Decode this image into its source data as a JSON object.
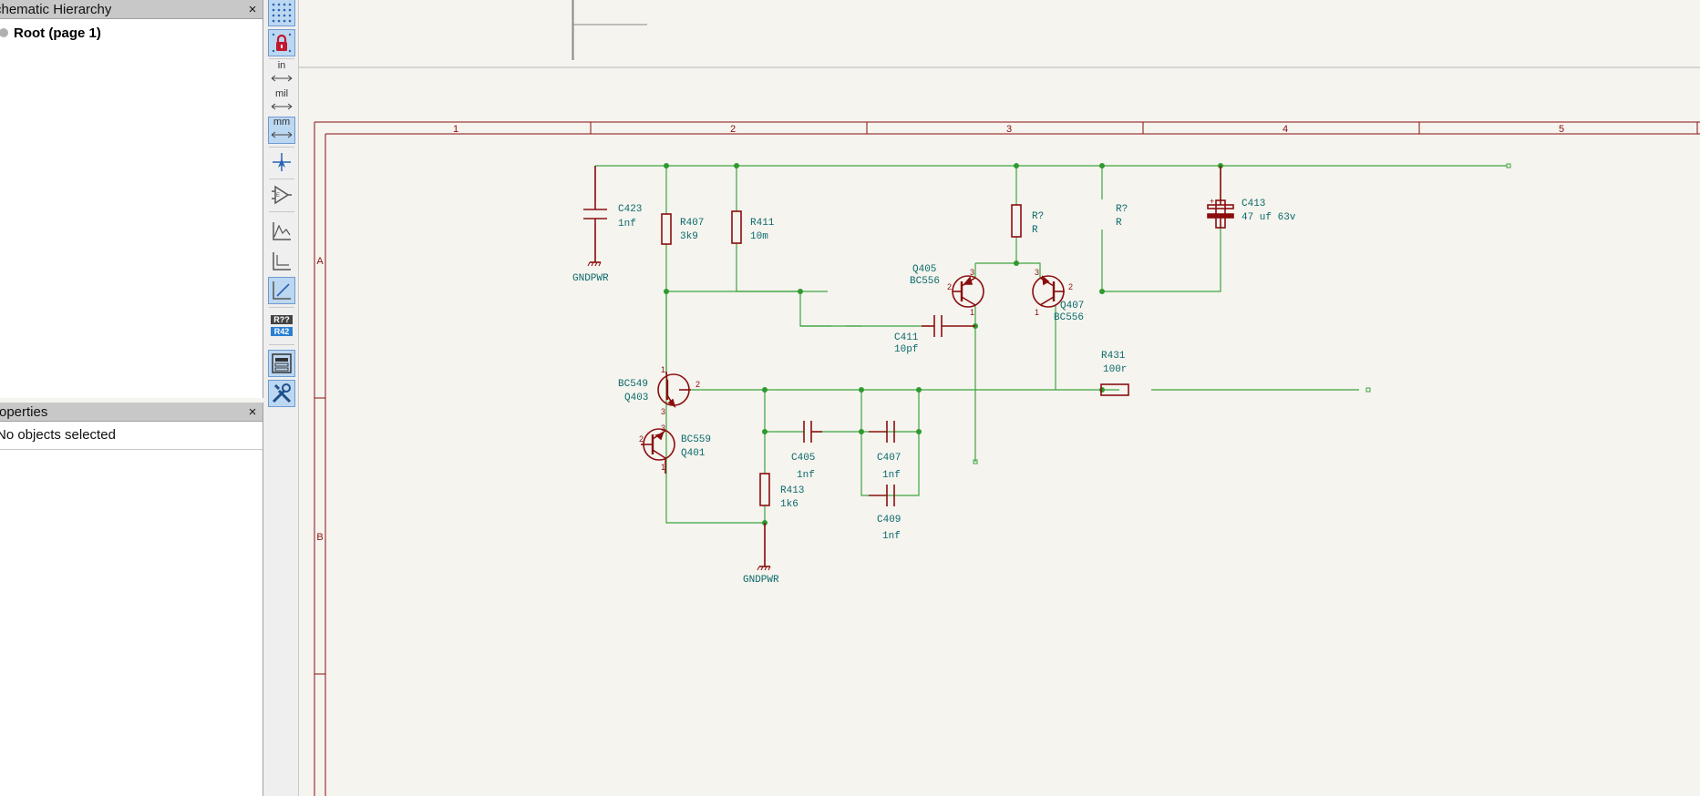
{
  "hierarchy_panel": {
    "title": "chematic Hierarchy",
    "close_glyph": "×",
    "root_label": "Root (page 1)"
  },
  "properties_panel": {
    "title": "roperties",
    "close_glyph": "×",
    "empty_text": "No objects selected"
  },
  "toolbar": {
    "unit_in": "in",
    "unit_mil": "mil",
    "unit_mm": "mm",
    "ref_top": "R??",
    "ref_bottom": "R42"
  },
  "colors": {
    "wire": "#3ea33e",
    "component": "#8a0e0e",
    "label": "#0b6a6a",
    "sheet_border": "#8a0e0e",
    "background": "#f5f4ef",
    "junction": "#2e9a2e"
  },
  "sheet": {
    "columns": [
      "1",
      "2",
      "3",
      "4",
      "5"
    ],
    "rows": [
      "A",
      "B"
    ]
  },
  "components": {
    "c423": {
      "ref": "C423",
      "value": "1nf"
    },
    "r407": {
      "ref": "R407",
      "value": "3k9"
    },
    "r411": {
      "ref": "R411",
      "value": "10m"
    },
    "r_a": {
      "ref": "R?",
      "value": "R"
    },
    "r_b": {
      "ref": "R?",
      "value": "R"
    },
    "c413": {
      "ref": "C413",
      "value": "47 uf 63v"
    },
    "q405": {
      "ref": "Q405",
      "value": "BC556"
    },
    "q407": {
      "ref": "Q407",
      "value": "BC556"
    },
    "c411": {
      "ref": "C411",
      "value": "10pf"
    },
    "r431": {
      "ref": "R431",
      "value": "100r"
    },
    "q403": {
      "ref": "Q403",
      "value": "BC549"
    },
    "q401": {
      "ref": "Q401",
      "value": "BC559"
    },
    "c405": {
      "ref": "C405",
      "value": "1nf"
    },
    "c407": {
      "ref": "C407",
      "value": "1nf"
    },
    "c409": {
      "ref": "C409",
      "value": "1nf"
    },
    "r413": {
      "ref": "R413",
      "value": "1k6"
    },
    "gnd1": {
      "label": "GNDPWR"
    },
    "gnd2": {
      "label": "GNDPWR"
    }
  },
  "pins": {
    "p1": "1",
    "p2": "2",
    "p3": "3",
    "plus": "+"
  }
}
